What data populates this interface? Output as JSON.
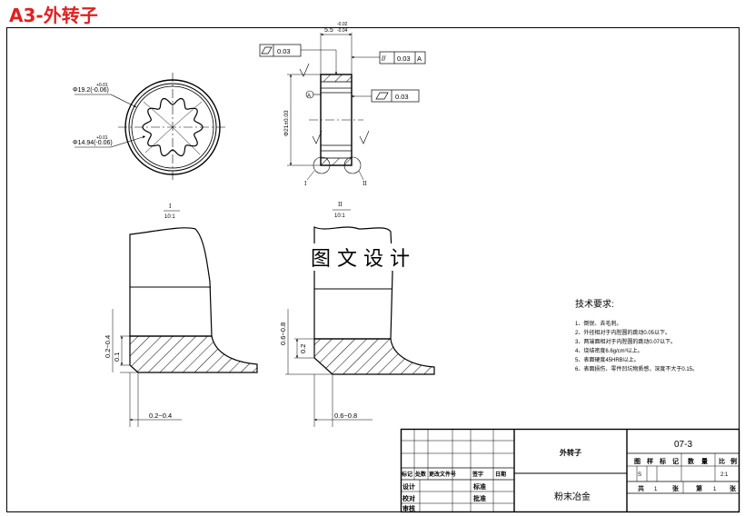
{
  "title": "A3-外转子",
  "watermark": "图 文 设 计",
  "front_view": {
    "outer_dim": "Φ19.2(-0.06)",
    "outer_tol": "+0.01",
    "inner_dim": "Φ14.94(-0.06)",
    "inner_tol": "+0.01"
  },
  "side_view": {
    "width_dim": "5.5",
    "width_tol_upper": "-0.02",
    "width_tol_lower": "-0.04",
    "flatness_top": "0.03",
    "parallelism_symbol": "//",
    "parallelism_value": "0.03",
    "datum": "A",
    "flatness_right": "0.03",
    "dia_dim": "Φ21±0.03",
    "detail_marks": [
      "I",
      "II"
    ]
  },
  "detail_1": {
    "label": "I",
    "scale": "10:1",
    "dim_v1": "0.2~0.4",
    "dim_v2": "0.1",
    "dim_h": "0.2~0.4"
  },
  "detail_2": {
    "label": "II",
    "scale": "10:1",
    "dim_v1": "0.6~0.8",
    "dim_v2": "0.2",
    "dim_h": "0.6~0.8"
  },
  "tech": {
    "heading": "技术要求:",
    "items": [
      "1、倒锐、去毛刺。",
      "2、外径相对于内腔圆的跳动0.05以下。",
      "3、两端面相对于内腔圆的跳动0.07以下。",
      "4、烧结密度6.6g/cm³以上。",
      "5、表面硬度45HRB以上。",
      "6、表面损伤、零件凹坑物质感，深度不大于0.15。"
    ]
  },
  "title_block": {
    "part_name": "外转子",
    "drawing_no": "07-3",
    "material": "粉末冶金",
    "stage_headers": [
      "图",
      "样",
      "标",
      "记",
      "数",
      "量",
      "比",
      "例"
    ],
    "stage_mark": "S",
    "scale": "2:1",
    "sheet_row": [
      "共",
      "1",
      "张",
      "第",
      "1",
      "张"
    ],
    "rev_headers": [
      "标记",
      "处数",
      "更改文件号",
      "签字",
      "日期"
    ],
    "roles": [
      "设计",
      "校对",
      "审核"
    ],
    "roles_right": [
      "标准",
      "批准"
    ]
  }
}
